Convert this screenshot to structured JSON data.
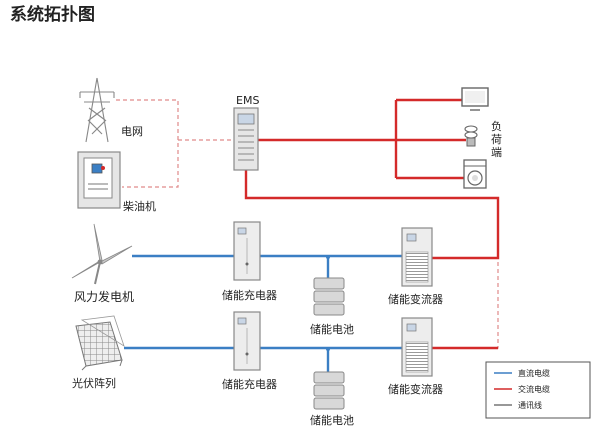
{
  "title": "系统拓扑图",
  "labels": {
    "grid": "电网",
    "diesel": "柴油机",
    "ems": "EMS",
    "wind": "风力发电机",
    "pv": "光伏阵列",
    "charger_1": "储能充电器",
    "charger_2": "储能充电器",
    "battery_1": "储能电池",
    "battery_2": "储能电池",
    "converter_1": "储能变流器",
    "converter_2": "储能变流器",
    "load_1": "负",
    "load_2": "荷",
    "load_3": "端"
  },
  "legend": {
    "dc": "直流电缆",
    "ac": "交流电缆",
    "comm": "通讯线"
  },
  "colors": {
    "dc": "#3b7fc4",
    "ac": "#d42a2a",
    "comm": "#e08a8a",
    "equipment": "#9a9a9a"
  }
}
